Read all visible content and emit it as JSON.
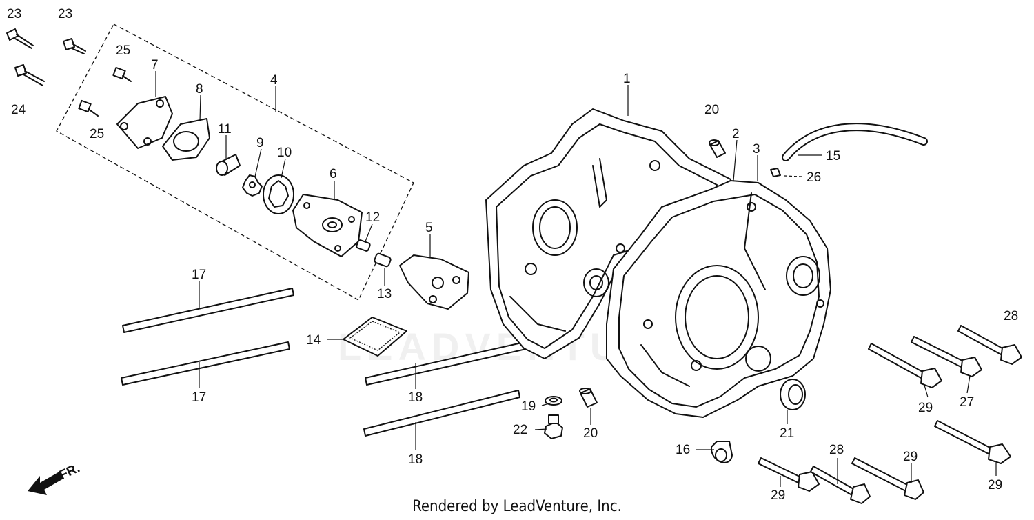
{
  "footer": {
    "text": "Rendered by LeadVenture, Inc."
  },
  "watermark": {
    "text": "LEADVENTURE"
  },
  "front_marker": {
    "text": "FR."
  },
  "callouts": [
    {
      "id": "c1",
      "label": "1"
    },
    {
      "id": "c2",
      "label": "2"
    },
    {
      "id": "c3",
      "label": "3"
    },
    {
      "id": "c4",
      "label": "4"
    },
    {
      "id": "c5",
      "label": "5"
    },
    {
      "id": "c6",
      "label": "6"
    },
    {
      "id": "c7",
      "label": "7"
    },
    {
      "id": "c8",
      "label": "8"
    },
    {
      "id": "c9",
      "label": "9"
    },
    {
      "id": "c10",
      "label": "10"
    },
    {
      "id": "c11",
      "label": "11"
    },
    {
      "id": "c12",
      "label": "12"
    },
    {
      "id": "c13",
      "label": "13"
    },
    {
      "id": "c14",
      "label": "14"
    },
    {
      "id": "c15",
      "label": "15"
    },
    {
      "id": "c16",
      "label": "16"
    },
    {
      "id": "c17a",
      "label": "17"
    },
    {
      "id": "c17b",
      "label": "17"
    },
    {
      "id": "c18a",
      "label": "18"
    },
    {
      "id": "c18b",
      "label": "18"
    },
    {
      "id": "c19",
      "label": "19"
    },
    {
      "id": "c20a",
      "label": "20"
    },
    {
      "id": "c20b",
      "label": "20"
    },
    {
      "id": "c21",
      "label": "21"
    },
    {
      "id": "c22",
      "label": "22"
    },
    {
      "id": "c23a",
      "label": "23"
    },
    {
      "id": "c23b",
      "label": "23"
    },
    {
      "id": "c24",
      "label": "24"
    },
    {
      "id": "c25a",
      "label": "25"
    },
    {
      "id": "c25b",
      "label": "25"
    },
    {
      "id": "c26",
      "label": "26"
    },
    {
      "id": "c27",
      "label": "27"
    },
    {
      "id": "c28a",
      "label": "28"
    },
    {
      "id": "c28b",
      "label": "28"
    },
    {
      "id": "c29a",
      "label": "29"
    },
    {
      "id": "c29b",
      "label": "29"
    },
    {
      "id": "c29c",
      "label": "29"
    },
    {
      "id": "c29d",
      "label": "29"
    }
  ]
}
